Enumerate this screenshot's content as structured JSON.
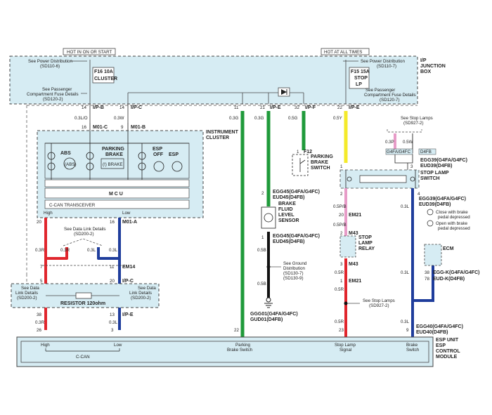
{
  "colors": {
    "box_fill": "#d6ecf3",
    "green": "#1f9a3a",
    "yellow": "#f4ea2a",
    "pink": "#e79cc8",
    "red": "#e0262d",
    "blue": "#1f3d9c",
    "black": "#111111",
    "wire_gray": "#5b5b5b"
  },
  "labels": {
    "hot_on_start": "HOT IN ON OR START",
    "hot_all_times": "HOT AT ALL TIMES",
    "ip_junction_box": [
      "I/P",
      "JUNCTION",
      "BOX"
    ],
    "instrument_cluster": [
      "INSTRUMENT",
      "CLUSTER"
    ],
    "esp_control_module": [
      "ESP",
      "CONTROL",
      "MODULE"
    ],
    "esp_unit": "ESP UNIT",
    "stop_lamp_switch": [
      "STOP LAMP",
      "SWITCH"
    ],
    "ecm": "ECM",
    "see_power_left": [
      "See Power Distribution",
      "(SD110-6)"
    ],
    "see_power_right": [
      "See Power Distribution",
      "(SD110-7)"
    ],
    "see_pass_left": [
      "See Passenger",
      "Compartment Fuse Details",
      "(SD120-2)"
    ],
    "see_pass_right": [
      "See Passenger",
      "Compartment Fuse Details",
      "(SD120-7)"
    ],
    "fuse_left": [
      "F16 10A",
      "CLUSTER"
    ],
    "fuse_right": [
      "F15 15A",
      "STOP",
      "LP"
    ],
    "see_data_link_center": [
      "See Data Link Details",
      "(SD200-2)"
    ],
    "see_data_link_left": [
      "See Data",
      "Link Details",
      "(SD200-2)"
    ],
    "see_data_link_right": [
      "See Data",
      "Link Details",
      "(SD200-2)"
    ],
    "resistor": "RESISTOR 120ohm",
    "parking_brake_switch": [
      "PARKING",
      "BRAKE",
      "SWITCH"
    ],
    "brake_fluid_sensor": [
      "BRAKE",
      "FLUID",
      "LEVEL",
      "SENSOR"
    ],
    "see_ground": [
      "See Ground",
      "Distribution",
      "(SD130-7)",
      "(SD130-9)"
    ],
    "ground_conn": [
      "GGG01(G4FA/G4FC)",
      "GUD01(D4FB)"
    ],
    "see_stop_lamps_top": [
      "See Stop Lamps",
      "(SD927-2)"
    ],
    "see_stop_lamps_mid": [
      "See Stop Lamps",
      "(SD927-2)"
    ],
    "stop_lamp_relay": [
      "STOP",
      "LAMP",
      "RELAY"
    ],
    "close_note": [
      "Close with brake",
      "pedal depressed"
    ],
    "open_note": [
      "Open with brake",
      "pedal depressed"
    ],
    "cluster_inner": {
      "abs": "ABS",
      "abs_icon": "(ABS)",
      "parking_brake": [
        "PARKING",
        "BRAKE"
      ],
      "brake_icon": "(!) BRAKE",
      "esp_off": [
        "ESP",
        "OFF"
      ],
      "esp": "ESP",
      "mcu": "M C U",
      "ccan": "C-CAN TRANSCEIVER",
      "high": "High",
      "low": "Low"
    },
    "esp_pins": {
      "high": "High",
      "low": "Low",
      "ccan": "C-CAN",
      "parking": [
        "Parking",
        "Brake Switch"
      ],
      "stop": [
        "Stop Lamp",
        "Signal"
      ],
      "brake": [
        "Brake",
        "Switch"
      ]
    },
    "connectors": {
      "ipb": "I/P-B",
      "ipc": "I/P-C",
      "ipe": "I/P-E",
      "ipf": "I/P-F",
      "m01c": "M01-C",
      "m01b": "M01-B",
      "m01a": "M01-A",
      "em14": "EM14",
      "em21": "EM21",
      "m43": "M43",
      "f12": "F12",
      "egg45": [
        "EGG45(G4FA/G4FC)",
        "EUD45(D4FB)"
      ],
      "egg39": [
        "EGG39(G4FA/G4FC)",
        "EUD39(D4FB)"
      ],
      "egg40": [
        "EGG40(G4FA/G4FC)",
        "EUD40(D4FB)"
      ],
      "eggk": [
        "EGG-K(G4FA/G4FC)",
        "EUD-K(D4FB)"
      ],
      "g4fa_g4fc": "G4FA/G4FC",
      "d4fb": "D4FB"
    },
    "wires": {
      "w03lo": "0.3L/O",
      "w03w": "0.3W",
      "w03r": "0.3R",
      "w03l": "0.3L",
      "w03g": "0.3G",
      "w05g": "0.5G",
      "w05y": "0.5Y",
      "w05pb": "0.5P/B",
      "w05r": "0.5R",
      "w05b": "0.5B",
      "w03p": "0.3P",
      "w05w": "0.5W"
    },
    "pins": {
      "p14a": "14",
      "p16": "16",
      "p14b": "14",
      "p9": "9",
      "p20a": "20",
      "p16b": "16",
      "p7": "7",
      "p11": "11",
      "p5": "5",
      "p20b": "20",
      "p38": "38",
      "p13": "13",
      "p26": "26",
      "p3": "3",
      "p11b": "11",
      "p21": "21",
      "p32": "32",
      "p22": "22",
      "p1a": "1",
      "p2a": "2",
      "p1b": "1",
      "p3b": "3",
      "p4": "4",
      "p2b": "2",
      "p20c": "20",
      "p2c": "2",
      "p1c": "1",
      "p3c": "3",
      "p1d": "1",
      "p2d": "2",
      "p22b": "22",
      "p23": "23",
      "p9b": "9",
      "p38b": "38",
      "p78": "78",
      "p1e": "1"
    }
  }
}
